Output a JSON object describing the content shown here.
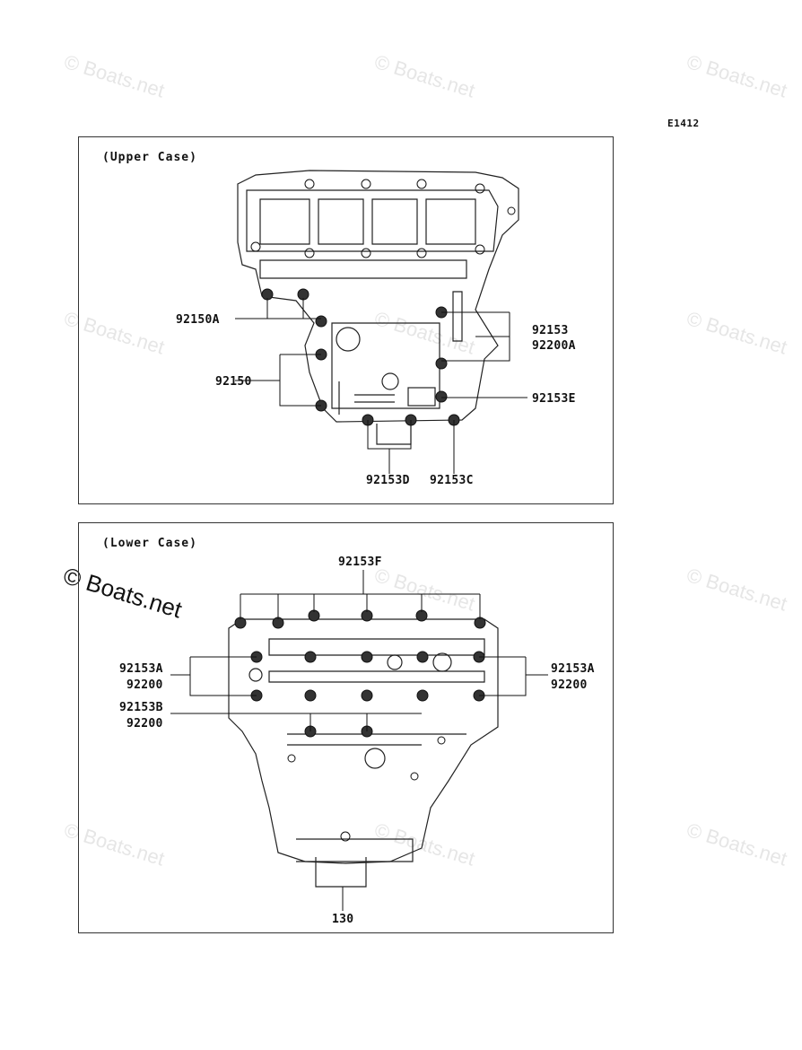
{
  "diagram_code": "E1412",
  "watermark": "Boats.net",
  "watermark_mark": "©",
  "upper": {
    "title": "(Upper Case)",
    "labels": {
      "p92150A": "92150A",
      "p92150": "92150",
      "p92153": "92153",
      "p92200A": "92200A",
      "p92153E": "92153E",
      "p92153D": "92153D",
      "p92153C": "92153C"
    }
  },
  "lower": {
    "title": "(Lower Case)",
    "labels": {
      "p92153F": "92153F",
      "p92153A_left": "92153A",
      "p92200_left": "92200",
      "p92153B": "92153B",
      "p92200_b": "92200",
      "p92153A_right": "92153A",
      "p92200_right": "92200",
      "p130": "130"
    }
  }
}
